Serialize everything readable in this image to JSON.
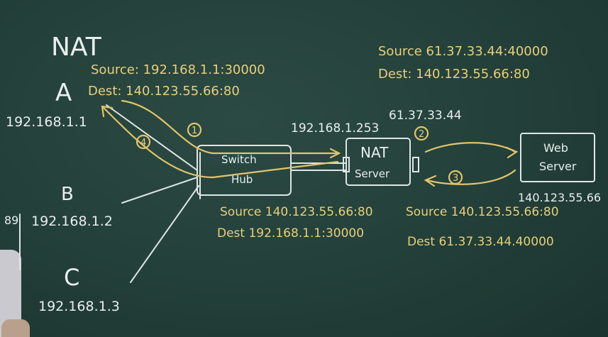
{
  "title": "NAT",
  "hosts": {
    "a": {
      "label": "A",
      "ip": "192.168.1.1"
    },
    "b": {
      "label": "B",
      "ip": "192.168.1.2"
    },
    "c": {
      "label": "C",
      "ip": "192.168.1.3"
    }
  },
  "switch": {
    "line1": "Switch",
    "line2": "Hub"
  },
  "nat": {
    "line1": "NAT",
    "line2": "Server",
    "inner_ip": "192.168.1.253",
    "outer_ip": "61.37.33.44"
  },
  "web": {
    "line1": "Web",
    "line2": "Server",
    "ip": "140.123.55.66"
  },
  "packets": {
    "p1": {
      "source": "Source: 192.168.1.1:30000",
      "dest": "Dest: 140.123.55.66:80"
    },
    "p2": {
      "source": "Source 61.37.33.44:40000",
      "dest": "Dest: 140.123.55.66:80"
    },
    "p3": {
      "source": "Source 140.123.55.66:80",
      "dest": "Dest 61.37.33.44.40000"
    },
    "p4": {
      "source": "Source 140.123.55.66:80",
      "dest": "Dest 192.168.1.1:30000"
    }
  },
  "steps": [
    "1",
    "2",
    "3",
    "4"
  ],
  "edge_mark": "89",
  "colors": {
    "board": "#233f39",
    "chalk_white": "#e9eeec",
    "chalk_yellow": "#e8cf7a"
  }
}
